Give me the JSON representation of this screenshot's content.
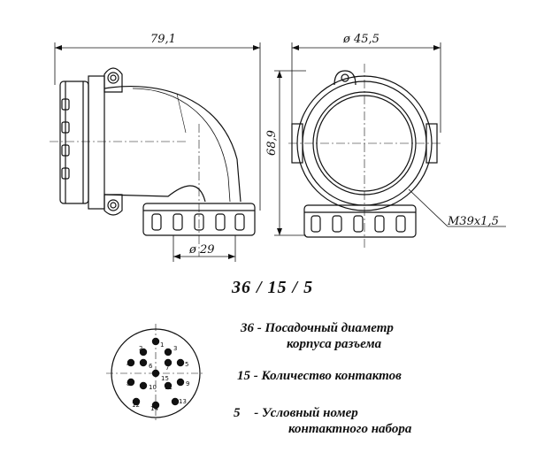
{
  "dimensions": {
    "overall_length": "79,1",
    "outer_diameter": "ø 45,5",
    "height": "68,9",
    "outlet_diameter": "ø 29",
    "thread": "M39x1,5"
  },
  "code": "36 / 15 / 5",
  "legend": [
    {
      "num": "36",
      "dash": "-",
      "lines": [
        "Посадочный диаметр",
        "корпуса разъема"
      ]
    },
    {
      "num": "15",
      "dash": "-",
      "lines": [
        "Количество контактов"
      ]
    },
    {
      "num": "5",
      "dash": "-",
      "lines": [
        "Условный номер",
        "контактного набора"
      ]
    }
  ],
  "pins": [
    "1",
    "2",
    "3",
    "4",
    "5",
    "6",
    "7",
    "8",
    "9",
    "10",
    "11",
    "12",
    "13",
    "14",
    "15"
  ]
}
